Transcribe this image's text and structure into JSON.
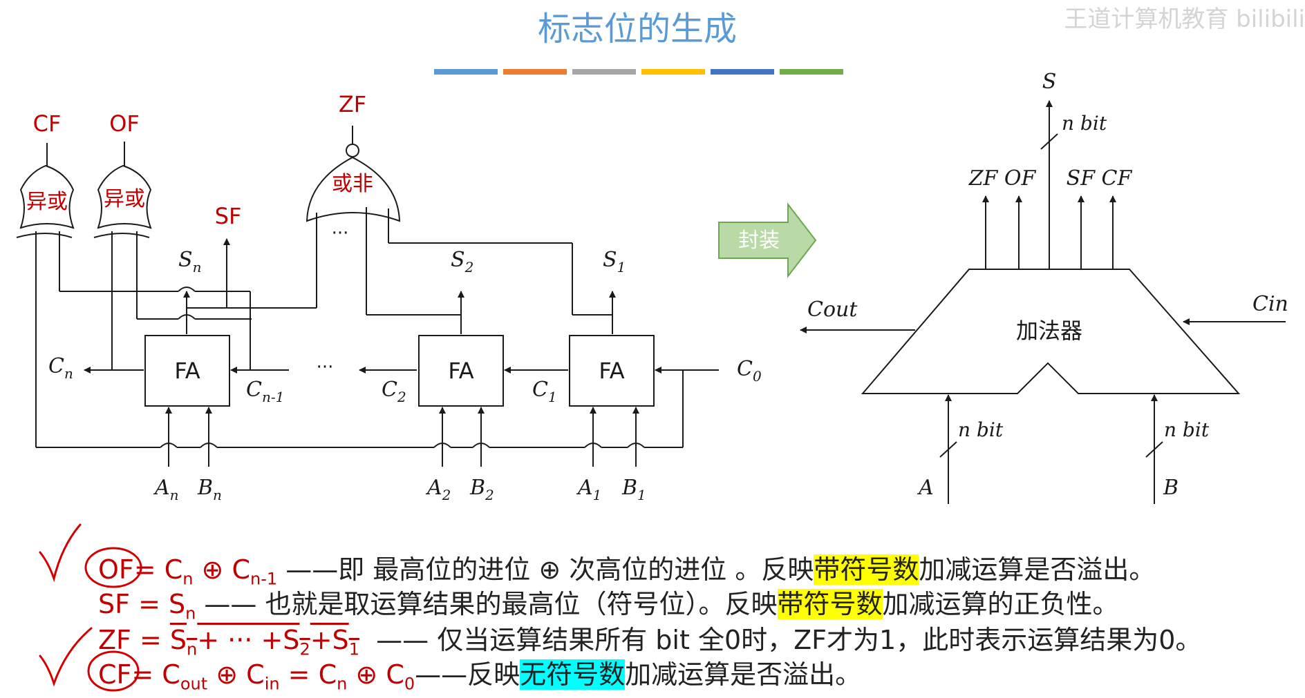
{
  "title": "标志位的生成",
  "watermark": "王道计算机教育 bilibili",
  "title_colors": [
    "#5b9bd5",
    "#ed7d31",
    "#a5a5a5",
    "#ffc000",
    "#4472c4",
    "#70ad47"
  ],
  "colors": {
    "title": "#5b9bd5",
    "flag_red": "#c00000",
    "wire": "#1a1a1a",
    "arrow_fill": "#b9d9a6",
    "arrow_stroke": "#6aa84f",
    "arrow_text": "#ffffff",
    "highlight_yellow": "#ffff00",
    "highlight_cyan": "#00ffff",
    "check_red": "#d40000"
  },
  "left_circuit": {
    "flags": {
      "cf": "CF",
      "of": "OF",
      "zf": "ZF",
      "sf": "SF"
    },
    "gates": {
      "xor1": "异或",
      "xor2": "异或",
      "nor": "或非",
      "nor_dots": "···"
    },
    "adders": [
      "FA",
      "FA",
      "FA"
    ],
    "sums": {
      "sn": "S",
      "sn_sub": "n",
      "s2": "S",
      "s2_sub": "2",
      "s1": "S",
      "s1_sub": "1"
    },
    "carries": {
      "cn": "C",
      "cn_sub": "n",
      "cn1": "C",
      "cn1_sub": "n-1",
      "c2": "C",
      "c2_sub": "2",
      "c1": "C",
      "c1_sub": "1",
      "c0": "C",
      "c0_sub": "0"
    },
    "mid_dots": "···",
    "inputs": {
      "an": "A",
      "an_sub": "n",
      "bn": "B",
      "bn_sub": "n",
      "a2": "A",
      "a2_sub": "2",
      "b2": "B",
      "b2_sub": "2",
      "a1": "A",
      "a1_sub": "1",
      "b1": "B",
      "b1_sub": "1"
    }
  },
  "arrow_label": "封装",
  "adder_block": {
    "label": "加法器",
    "s": "S",
    "s_bits": "n bit",
    "zf_of": "ZF OF",
    "sf_cf": "SF CF",
    "cout": "Cout",
    "cin": "Cin",
    "a": "A",
    "b": "B",
    "a_bits": "n bit",
    "b_bits": "n bit"
  },
  "formulas": {
    "of": {
      "lhs": "OF",
      "eq": "= C",
      "s1": "n",
      "mid": " ⊕ C",
      "s2": "n-1",
      "desc": " ——即 最高位的进位 ⊕ 次高位的进位 。反映",
      "hl": "带符号数",
      "tail": "加减运算是否溢出。"
    },
    "sf": {
      "lhs": "SF",
      "eq": " = S",
      "s1": "n",
      "desc": " —— 也就是取运算结果的最高位（符号位）。反映",
      "hl": "带符号数",
      "tail": "加减运算的正负性。"
    },
    "zf": {
      "lhs": "ZF",
      "eq": " = ",
      "expr_a": "S",
      "s1": "n",
      "expr_b": "+ ··· +S",
      "s2": "2",
      "expr_c": "+S",
      "s3": "1",
      "desc": "—— 仅当运算结果所有 bit 全0时，ZF才为1，此时表示运算结果为0。"
    },
    "cf": {
      "lhs": "CF",
      "eq": "= C",
      "s1": "out",
      "mid": " ⊕ C",
      "s2": "in",
      "mid2": " = C",
      "s3": "n",
      "mid3": " ⊕ C",
      "s4": "0",
      "desc": "——反映",
      "hl": "无符号数",
      "tail": "加减运算是否溢出。"
    }
  }
}
